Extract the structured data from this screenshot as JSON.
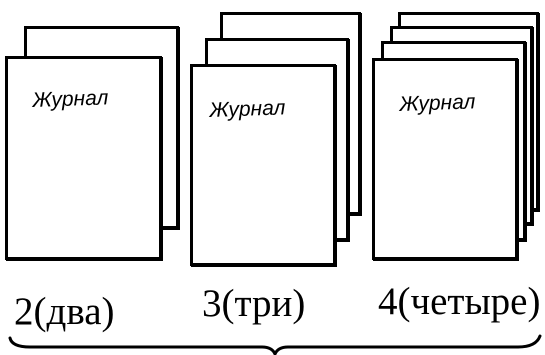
{
  "journal_label": "Журнал",
  "groups": [
    {
      "copies": 2,
      "caption": "2(два)"
    },
    {
      "copies": 3,
      "caption": "3(три)"
    },
    {
      "copies": 4,
      "caption": "4(четыре)"
    }
  ],
  "colors": {
    "line": "#000000",
    "paper": "#ffffff"
  }
}
